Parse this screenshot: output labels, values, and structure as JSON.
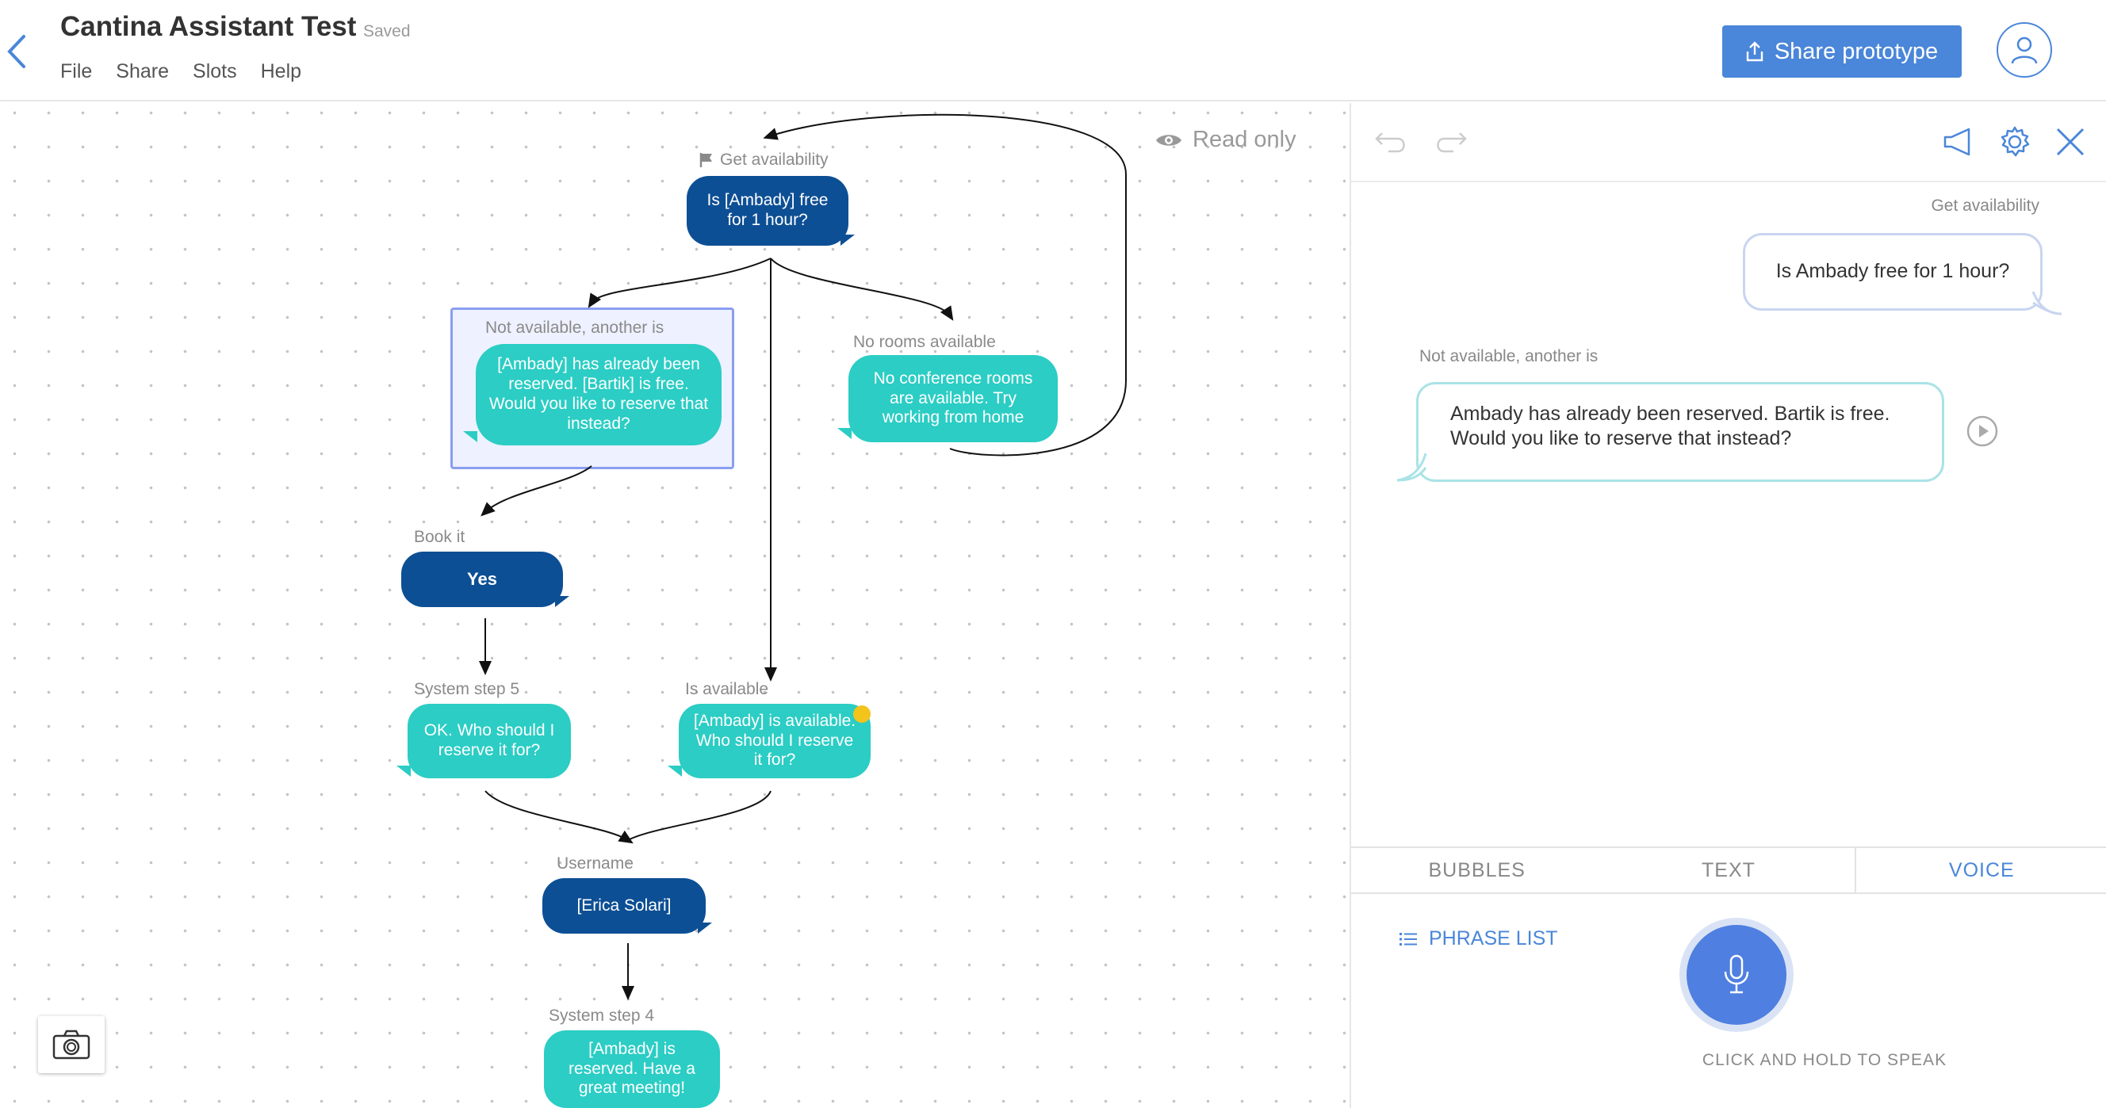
{
  "header": {
    "title": "Cantina Assistant Test",
    "status": "Saved",
    "menu": [
      "File",
      "Share",
      "Slots",
      "Help"
    ],
    "share_label": "Share prototype"
  },
  "canvas": {
    "readonly_label": "Read only",
    "nodes": {
      "get_availability": {
        "label": "Get availability",
        "text": "Is  [Ambady] free for 1 hour?"
      },
      "not_available": {
        "label": "Not available, another is",
        "text": "[Ambady] has already been reserved.  [Bartik] is free. Would you like to reserve that instead?"
      },
      "no_rooms": {
        "label": "No rooms available",
        "text": "No conference rooms are available. Try working from home"
      },
      "book_it": {
        "label": "Book it",
        "text": "Yes"
      },
      "system_step_5": {
        "label": "System step 5",
        "text": "OK. Who should I reserve it for?"
      },
      "is_available": {
        "label": "Is available",
        "text": "[Ambady] is available. Who should I reserve it for?"
      },
      "username": {
        "label": "Username",
        "text": "[Erica Solari]"
      },
      "system_step_4": {
        "label": "System step 4",
        "text": "[Ambady] is reserved. Have a great meeting!"
      }
    }
  },
  "panel": {
    "conversation": [
      {
        "label": "Get availability",
        "text": "Is Ambady free for 1 hour?"
      },
      {
        "label": "Not available, another is",
        "text": "Ambady has already been reserved. Bartik is free. Would you like to reserve that instead?"
      }
    ],
    "tabs": [
      "BUBBLES",
      "TEXT",
      "VOICE"
    ],
    "active_tab": "VOICE",
    "phrase_list_label": "PHRASE LIST",
    "speak_hint": "CLICK AND HOLD TO SPEAK"
  },
  "colors": {
    "accent": "#4a86d9",
    "user_bubble": "#0d4f94",
    "system_bubble": "#2bcdc4",
    "selection": "#8a9ef0"
  }
}
